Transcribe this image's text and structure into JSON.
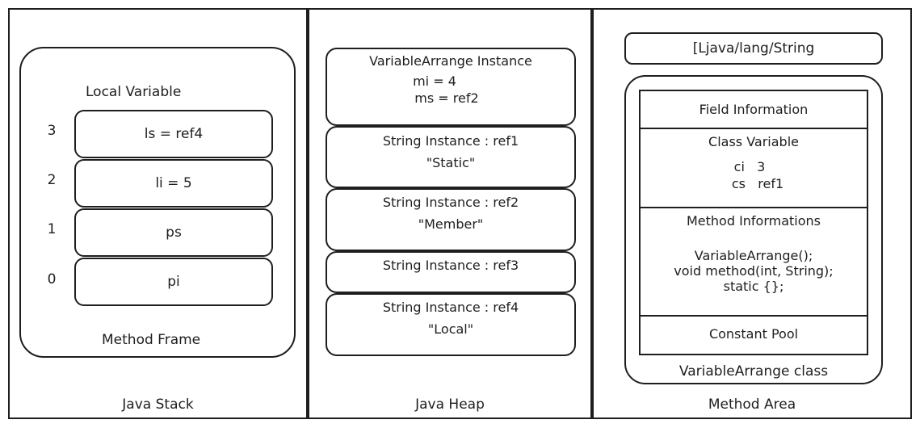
{
  "java_stack": {
    "title": "Java Stack",
    "frame_title": "Method Frame",
    "local_variable_title": "Local Variable",
    "slots": [
      {
        "index": "3",
        "value": "ls = ref4"
      },
      {
        "index": "2",
        "value": "li = 5"
      },
      {
        "index": "1",
        "value": "ps"
      },
      {
        "index": "0",
        "value": "pi"
      }
    ]
  },
  "java_heap": {
    "title": "Java Heap",
    "instances": [
      {
        "title": "VariableArrange Instance",
        "lines": [
          "mi = 4",
          "ms = ref2"
        ]
      },
      {
        "title": "String Instance : ref1",
        "lines": [
          "\"Static\""
        ]
      },
      {
        "title": "String Instance : ref2",
        "lines": [
          "\"Member\""
        ]
      },
      {
        "title": "String Instance : ref3",
        "lines": []
      },
      {
        "title": "String Instance : ref4",
        "lines": [
          "\"Local\""
        ]
      }
    ]
  },
  "method_area": {
    "title": "Method Area",
    "array_class": "[Ljava/lang/String",
    "class_name": "VariableArrange class",
    "field_information": "Field Information",
    "class_variable": {
      "title": "Class Variable",
      "lines": [
        "ci   3",
        "cs   ref1"
      ]
    },
    "method_informations": {
      "title": "Method Informations",
      "lines": [
        "VariableArrange();",
        "void method(int, String);",
        "static {};"
      ]
    },
    "constant_pool": "Constant Pool"
  }
}
